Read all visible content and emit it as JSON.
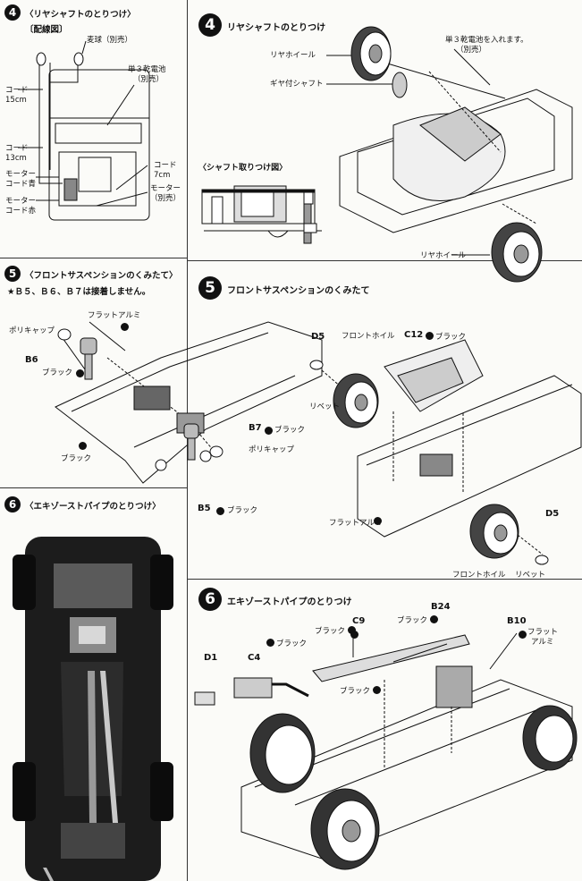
{
  "left": {
    "s4": {
      "num": "4",
      "title": "〈リヤシャフトのとりつけ〉",
      "sub": "〔配線図〕",
      "labels": {
        "bulb": "麦球（別売）",
        "battery_1": "単３乾電池",
        "battery_2": "（別売）",
        "cord15_1": "コード",
        "cord15_2": "15cm",
        "cord13_1": "コード",
        "cord13_2": "13cm",
        "cord7_1": "コード",
        "cord7_2": "7cm",
        "motor_blue_1": "モーター",
        "motor_blue_2": "コード青",
        "motor_red_1": "モーター",
        "motor_red_2": "コード赤",
        "motor_1": "モーター",
        "motor_2": "（別売）"
      }
    },
    "shaft_fig": {
      "title": "〈シャフト取りつけ図〉"
    },
    "s5": {
      "num": "5",
      "title": "〈フロントサスペンションのくみたて〉",
      "note": "★Ｂ５、Ｂ６、Ｂ７は接着しません。",
      "labels": {
        "flat_alumi": "フラットアルミ",
        "polycap_top": "ポリキャップ",
        "b6": "B6",
        "black_b6": "ブラック",
        "black_bottom": "ブラック",
        "b7": "B7",
        "b7_black": "ブラック",
        "polycap_right": "ポリキャップ",
        "b5": "B5",
        "b5_black": "ブラック"
      }
    },
    "s6": {
      "num": "6",
      "title": "〈エキゾーストパイプのとりつけ〉"
    }
  },
  "right": {
    "s4": {
      "num": "4",
      "title": "リヤシャフトのとりつけ",
      "labels": {
        "rear_wheel_top": "リヤホイール",
        "gear_shaft": "ギヤ付シャフト",
        "battery_1": "単３乾電池を入れます。",
        "battery_2": "（別売）",
        "rear_wheel_bottom": "リヤホイール"
      }
    },
    "s5": {
      "num": "5",
      "title": "フロントサスペンションのくみたて",
      "labels": {
        "d5_top": "D5",
        "front_wheel_top": "フロントホイル",
        "c12": "C12",
        "c12_black": "ブラック",
        "rivet_left": "リベット",
        "flat_alumi": "フラットアルミ",
        "d5_bottom": "D5",
        "front_wheel_bottom": "フロントホイル",
        "rivet_bottom": "リベット"
      }
    },
    "s6": {
      "num": "6",
      "title": "エキゾーストパイプのとりつけ",
      "labels": {
        "b24": "B24",
        "black_b24": "ブラック",
        "c9": "C9",
        "black_c9": "ブラック",
        "b10": "B10",
        "flat_alumi_1": "フラット",
        "flat_alumi_2": "アルミ",
        "d1": "D1",
        "c4": "C4",
        "black_c4": "ブラック",
        "black_mid": "ブラック"
      }
    }
  },
  "colors": {
    "ink": "#111111",
    "paper": "#fbfbf8",
    "photo_dark": "#1c1c1c"
  }
}
